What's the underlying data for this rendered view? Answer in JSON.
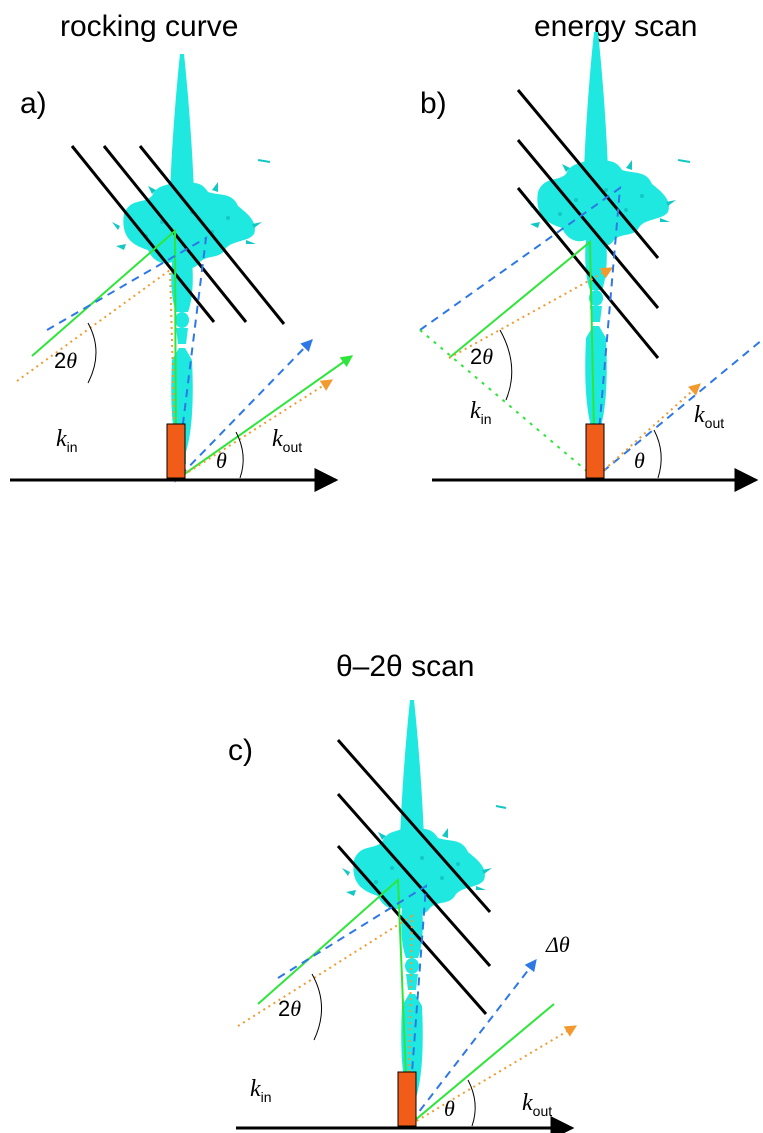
{
  "titles": {
    "a": "rocking curve",
    "b": "energy scan",
    "c": "θ–2θ scan"
  },
  "panel_labels": {
    "a": "a)",
    "b": "b)",
    "c": "c)"
  },
  "symbols": {
    "k": "k",
    "in_sub": "in",
    "out_sub": "out",
    "two": "2",
    "theta": "θ",
    "delta_theta": "Δθ"
  },
  "colors": {
    "crystal": "#1fe8e0",
    "crystal_edge": "#11c8c4",
    "sample": "#f25c19",
    "green_beam": "#2ee63a",
    "blue_beam": "#2e78e6",
    "orange_beam": "#f39a2e",
    "axis": "#000000"
  }
}
